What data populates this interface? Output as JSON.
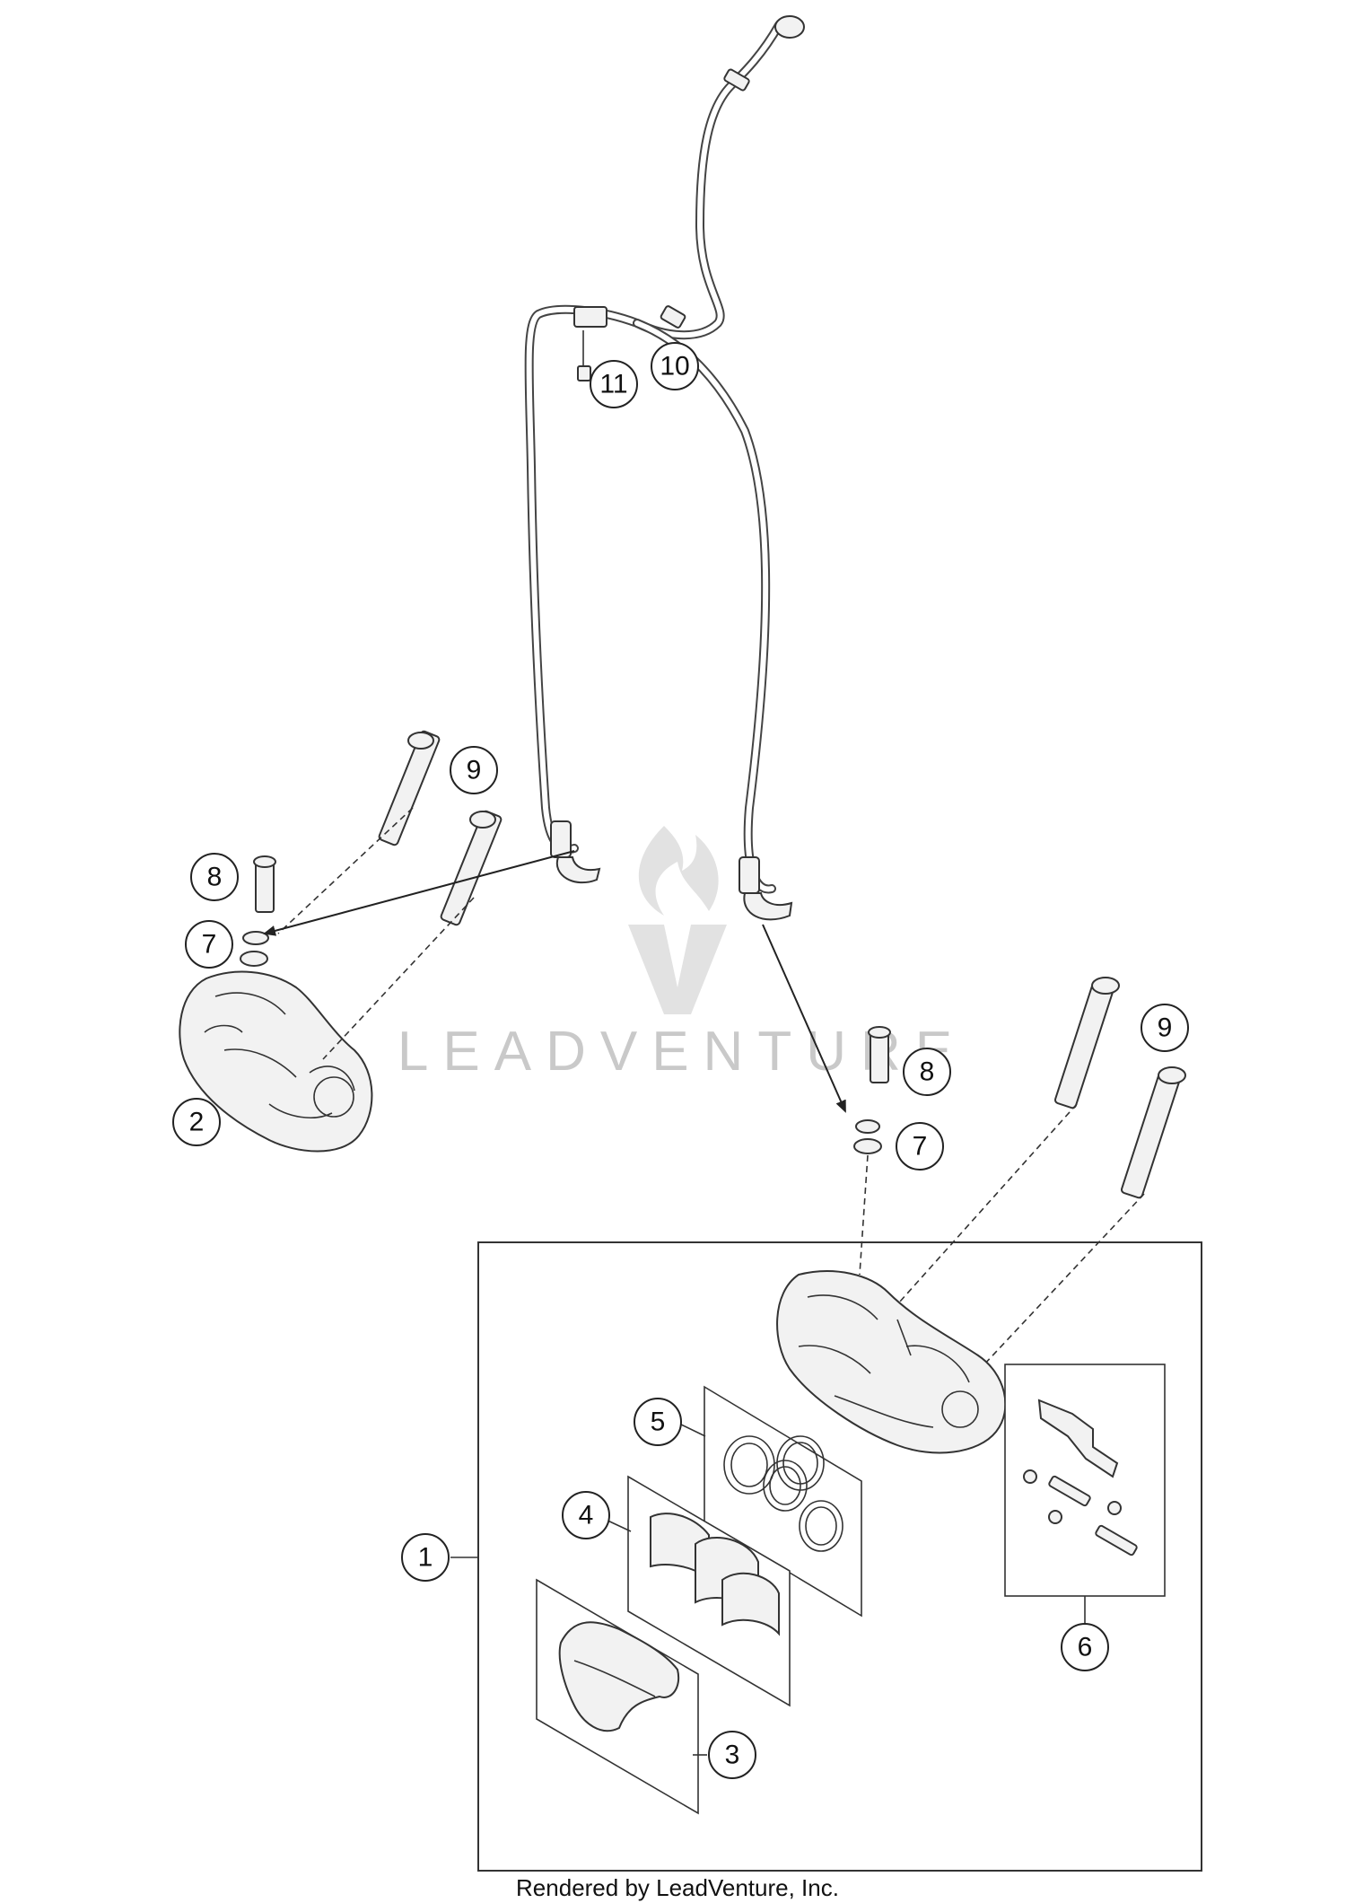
{
  "diagram": {
    "callouts": [
      {
        "id": "1",
        "label": "1"
      },
      {
        "id": "2",
        "label": "2"
      },
      {
        "id": "3",
        "label": "3"
      },
      {
        "id": "4",
        "label": "4"
      },
      {
        "id": "5",
        "label": "5"
      },
      {
        "id": "6",
        "label": "6"
      },
      {
        "id": "7a",
        "label": "7"
      },
      {
        "id": "7b",
        "label": "7"
      },
      {
        "id": "8a",
        "label": "8"
      },
      {
        "id": "8b",
        "label": "8"
      },
      {
        "id": "9a",
        "label": "9"
      },
      {
        "id": "9b",
        "label": "9"
      },
      {
        "id": "10",
        "label": "10"
      },
      {
        "id": "11",
        "label": "11"
      }
    ]
  },
  "watermark": {
    "text": "LEADVENTURE"
  },
  "footer": {
    "text": "Rendered by LeadVenture, Inc."
  },
  "colors": {
    "line": "#333333",
    "watermark": "#c9c9c9",
    "background": "#ffffff"
  }
}
